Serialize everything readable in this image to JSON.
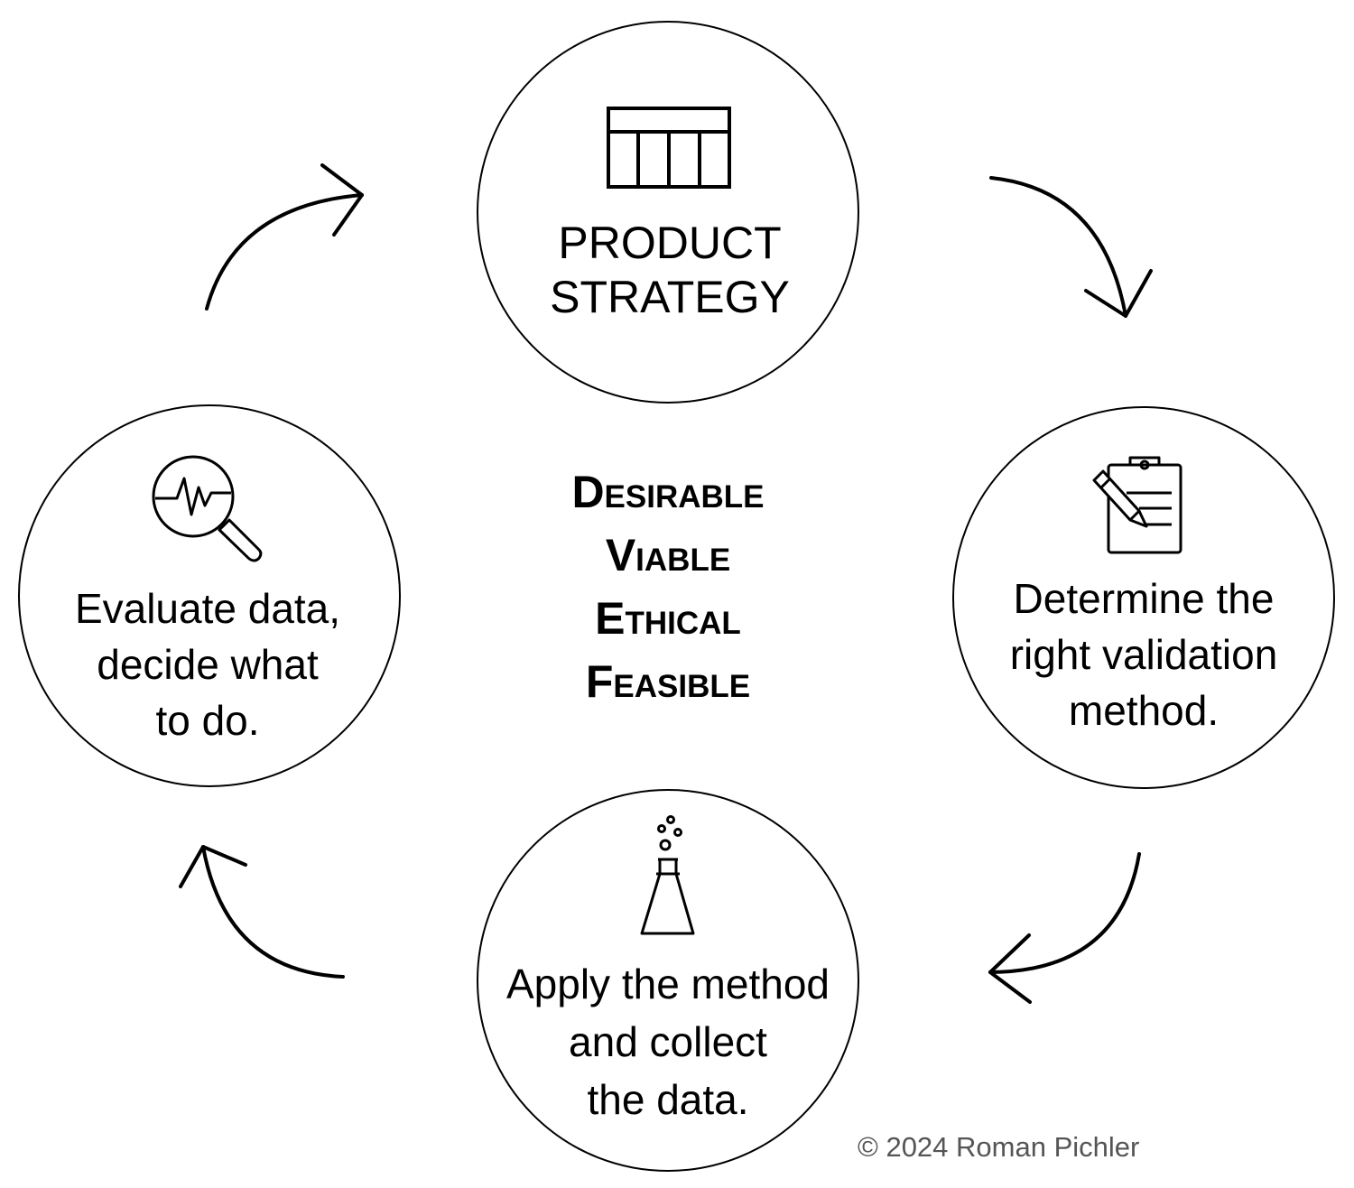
{
  "diagram": {
    "nodes": [
      {
        "id": "strategy",
        "icon": "product-strategy-table-icon",
        "lines": [
          "PRODUCT",
          "STRATEGY"
        ]
      },
      {
        "id": "determine",
        "icon": "clipboard-pencil-icon",
        "lines": [
          "Determine the",
          "right validation",
          "method."
        ]
      },
      {
        "id": "apply",
        "icon": "flask-bubbles-icon",
        "lines": [
          "Apply the method",
          "and collect",
          "the data."
        ]
      },
      {
        "id": "evaluate",
        "icon": "magnifier-pulse-icon",
        "lines": [
          "Evaluate data,",
          "decide what",
          "to do."
        ]
      }
    ],
    "center": {
      "lines": [
        "Desirable",
        "Viable",
        "Ethical",
        "Feasible"
      ]
    },
    "flow": [
      "strategy",
      "determine",
      "apply",
      "evaluate",
      "strategy"
    ],
    "copyright": "© 2024 Roman Pichler",
    "colors": {
      "stroke": "#000000",
      "text": "#000000",
      "copyright": "#555555"
    }
  }
}
